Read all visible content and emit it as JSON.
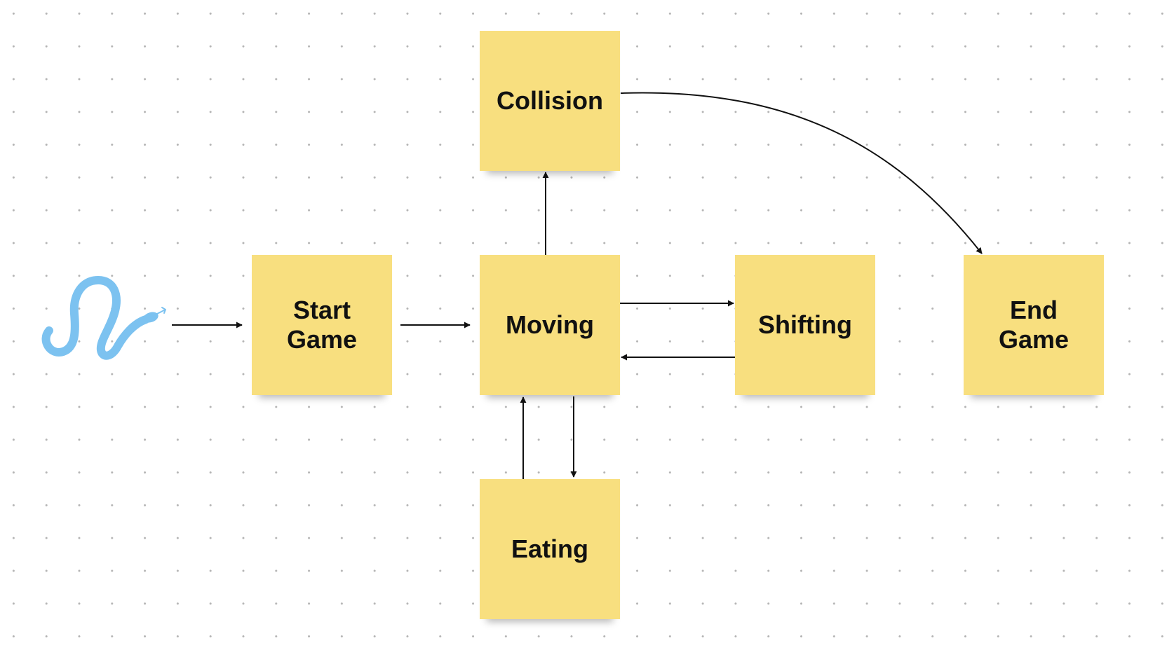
{
  "diagram": {
    "nodes": [
      {
        "id": "collision",
        "label": "Collision"
      },
      {
        "id": "start",
        "label": "Start\nGame"
      },
      {
        "id": "moving",
        "label": "Moving"
      },
      {
        "id": "shifting",
        "label": "Shifting"
      },
      {
        "id": "end",
        "label": "End\nGame"
      },
      {
        "id": "eating",
        "label": "Eating"
      }
    ],
    "edges": [
      {
        "from": "snake-icon",
        "to": "start"
      },
      {
        "from": "start",
        "to": "moving"
      },
      {
        "from": "moving",
        "to": "collision"
      },
      {
        "from": "collision",
        "to": "end"
      },
      {
        "from": "moving",
        "to": "shifting"
      },
      {
        "from": "shifting",
        "to": "moving"
      },
      {
        "from": "eating",
        "to": "moving"
      },
      {
        "from": "moving",
        "to": "eating"
      }
    ],
    "colors": {
      "sticky": "#f8df7f",
      "snake": "#7cc2f0",
      "connector": "#111111"
    },
    "icons": {
      "start_marker": "snake-icon"
    }
  }
}
